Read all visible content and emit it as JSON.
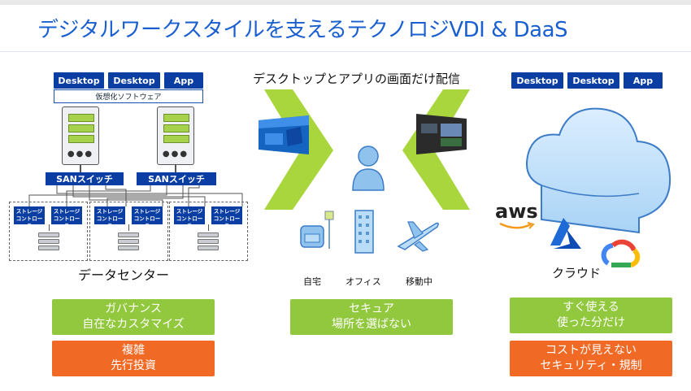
{
  "title": "デジタルワークスタイルを支えるテクノロジVDI & DaaS",
  "left": {
    "top_boxes": [
      "Desktop",
      "Desktop",
      "App"
    ],
    "virtualization_label": "仮想化ソフトウェア",
    "san_switches": [
      "SANスイッチ",
      "SANスイッチ"
    ],
    "storage_controller_line1": "ストレージ",
    "storage_controller_line2": "コントローラ",
    "caption": "データセンター",
    "pro_line1": "ガバナンス",
    "pro_line2": "自在なカスタマイズ",
    "con_line1": "複雑",
    "con_line2": "先行投資"
  },
  "center": {
    "heading": "デスクトップとアプリの画面だけ配信",
    "locations": [
      "自宅",
      "オフィス",
      "移動中"
    ],
    "pro_line1": "セキュア",
    "pro_line2": "場所を選ばない"
  },
  "right": {
    "top_boxes": [
      "Desktop",
      "Desktop",
      "App"
    ],
    "provider_aws": "aws",
    "caption": "クラウド",
    "pro_line1": "すぐ使える",
    "pro_line2": "使った分だけ",
    "con_line1": "コストが見えない",
    "con_line2": "セキュリティ・規制"
  },
  "colors": {
    "title_blue": "#1a5fd0",
    "navy": "#0b3ea3",
    "green": "#92c83e",
    "orange": "#f06a26",
    "arrow_green": "#a8d63c"
  }
}
